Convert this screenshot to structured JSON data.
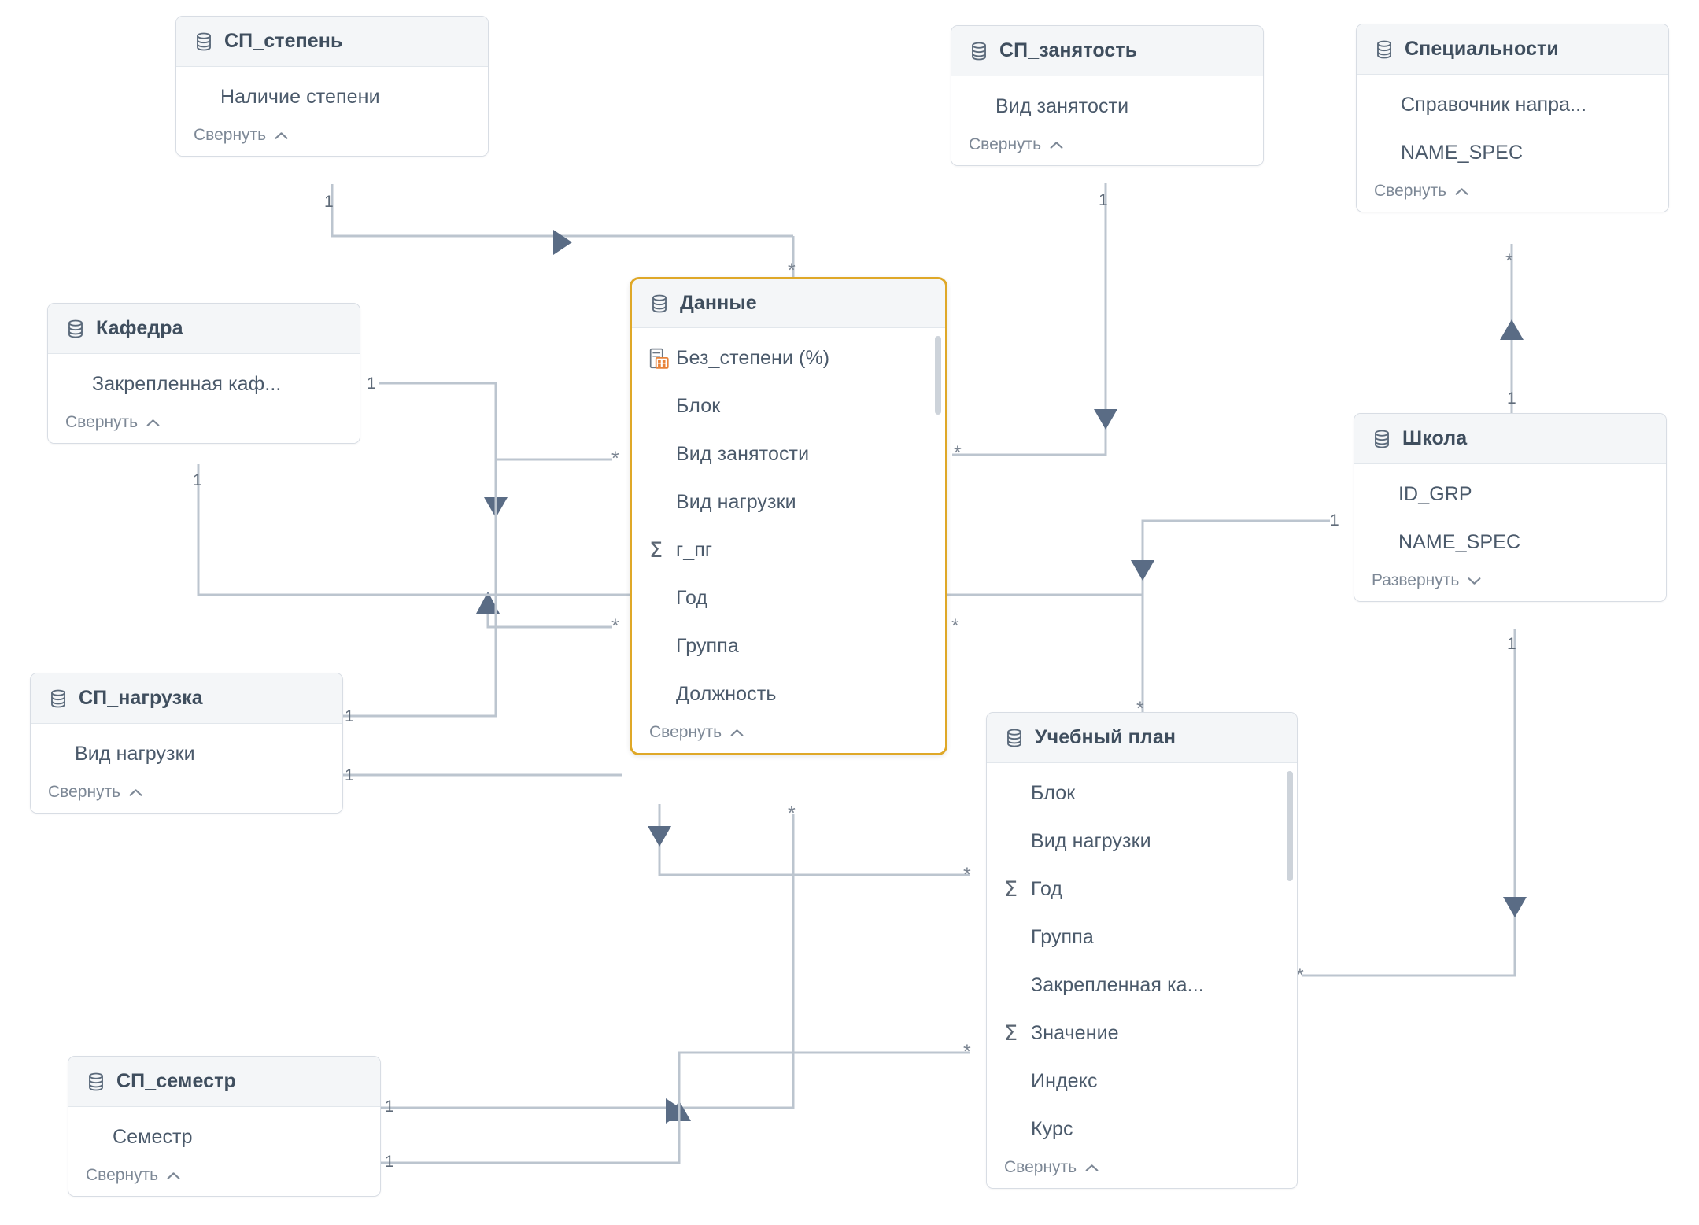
{
  "diagram": {
    "type": "er-relationship-diagram",
    "background": "#ffffff",
    "accent_highlight_color": "#dfa828",
    "edge_color": "#b9c2cc",
    "arrow_color": "#566b84",
    "header_bg": "#f4f6f8",
    "title_color": "#3f4e5e",
    "field_color": "#4b5a6b",
    "toggle_color": "#7d8896"
  },
  "tables": [
    {
      "id": "sp_stepen",
      "name": "СП_степень",
      "icon": "database-icon",
      "highlighted": false,
      "toggle": {
        "label": "Свернуть",
        "icon": "chevron-up-icon"
      },
      "scrollbar": false,
      "fields": [
        {
          "name": "Наличие степени",
          "glyph": "none"
        }
      ]
    },
    {
      "id": "sp_zanyatost",
      "name": "СП_занятость",
      "icon": "database-icon",
      "highlighted": false,
      "toggle": {
        "label": "Свернуть",
        "icon": "chevron-up-icon"
      },
      "scrollbar": false,
      "fields": [
        {
          "name": "Вид занятости",
          "glyph": "none"
        }
      ]
    },
    {
      "id": "specialnosti",
      "name": "Специальности",
      "icon": "database-icon",
      "highlighted": false,
      "toggle": {
        "label": "Свернуть",
        "icon": "chevron-up-icon"
      },
      "scrollbar": false,
      "fields": [
        {
          "name": "Справочник напра...",
          "glyph": "none"
        },
        {
          "name": "NAME_SPEC",
          "glyph": "none"
        }
      ]
    },
    {
      "id": "kafedra",
      "name": "Кафедра",
      "icon": "database-icon",
      "highlighted": false,
      "toggle": {
        "label": "Свернуть",
        "icon": "chevron-up-icon"
      },
      "scrollbar": false,
      "fields": [
        {
          "name": "Закрепленная каф...",
          "glyph": "none"
        }
      ]
    },
    {
      "id": "dannye",
      "name": "Данные",
      "icon": "database-icon",
      "highlighted": true,
      "toggle": {
        "label": "Свернуть",
        "icon": "chevron-up-icon"
      },
      "scrollbar": true,
      "fields": [
        {
          "name": "Без_степени (%)",
          "glyph": "calculated-field-icon"
        },
        {
          "name": "Блок",
          "glyph": "none"
        },
        {
          "name": "Вид занятости",
          "glyph": "none"
        },
        {
          "name": "Вид нагрузки",
          "glyph": "none"
        },
        {
          "name": "г_пг",
          "glyph": "sigma-icon"
        },
        {
          "name": "Год",
          "glyph": "none"
        },
        {
          "name": "Группа",
          "glyph": "none"
        },
        {
          "name": "Должность",
          "glyph": "none"
        }
      ]
    },
    {
      "id": "shkola",
      "name": "Школа",
      "icon": "database-icon",
      "highlighted": false,
      "toggle": {
        "label": "Развернуть",
        "icon": "chevron-down-icon"
      },
      "scrollbar": false,
      "fields": [
        {
          "name": "ID_GRP",
          "glyph": "none"
        },
        {
          "name": "NAME_SPEC",
          "glyph": "none"
        }
      ]
    },
    {
      "id": "sp_nagruzka",
      "name": "СП_нагрузка",
      "icon": "database-icon",
      "highlighted": false,
      "toggle": {
        "label": "Свернуть",
        "icon": "chevron-up-icon"
      },
      "scrollbar": false,
      "fields": [
        {
          "name": "Вид нагрузки",
          "glyph": "none"
        }
      ]
    },
    {
      "id": "uchebny_plan",
      "name": "Учебный план",
      "icon": "database-icon",
      "highlighted": false,
      "toggle": {
        "label": "Свернуть",
        "icon": "chevron-up-icon"
      },
      "scrollbar": true,
      "fields": [
        {
          "name": "Блок",
          "glyph": "none"
        },
        {
          "name": "Вид нагрузки",
          "glyph": "none"
        },
        {
          "name": "Год",
          "glyph": "sigma-icon"
        },
        {
          "name": "Группа",
          "glyph": "none"
        },
        {
          "name": "Закрепленная ка...",
          "glyph": "none"
        },
        {
          "name": "Значение",
          "glyph": "sigma-icon"
        },
        {
          "name": "Индекс",
          "glyph": "none"
        },
        {
          "name": "Курс",
          "glyph": "none"
        }
      ]
    },
    {
      "id": "sp_semestr",
      "name": "СП_семестр",
      "icon": "database-icon",
      "highlighted": false,
      "toggle": {
        "label": "Свернуть",
        "icon": "chevron-up-icon"
      },
      "scrollbar": false,
      "fields": [
        {
          "name": "Семестр",
          "glyph": "none"
        }
      ]
    }
  ],
  "relationships": [
    {
      "from": "sp_stepen",
      "to": "dannye",
      "from_card": "1",
      "to_card": "*"
    },
    {
      "from": "sp_zanyatost",
      "to": "dannye",
      "from_card": "1",
      "to_card": "*"
    },
    {
      "from": "kafedra",
      "to": "dannye",
      "from_card": "1",
      "to_card": "*"
    },
    {
      "from": "kafedra",
      "to": "dannye",
      "from_card": "1",
      "to_card": "*"
    },
    {
      "from": "sp_nagruzka",
      "to": "dannye",
      "from_card": "1",
      "to_card": "*"
    },
    {
      "from": "sp_nagruzka",
      "to": "uchebny_plan",
      "from_card": "1",
      "to_card": "*"
    },
    {
      "from": "shkola",
      "to": "dannye",
      "from_card": "1",
      "to_card": "*"
    },
    {
      "from": "shkola",
      "to": "uchebny_plan",
      "from_card": "1",
      "to_card": "*"
    },
    {
      "from": "specialnosti",
      "to": "shkola",
      "from_card": "*",
      "to_card": "1"
    },
    {
      "from": "sp_semestr",
      "to": "uchebny_plan",
      "from_card": "1",
      "to_card": "*"
    },
    {
      "from": "sp_semestr",
      "to": "dannye",
      "from_card": "1",
      "to_card": "*"
    }
  ],
  "edge_labels": {
    "one": "1",
    "many": "*"
  }
}
